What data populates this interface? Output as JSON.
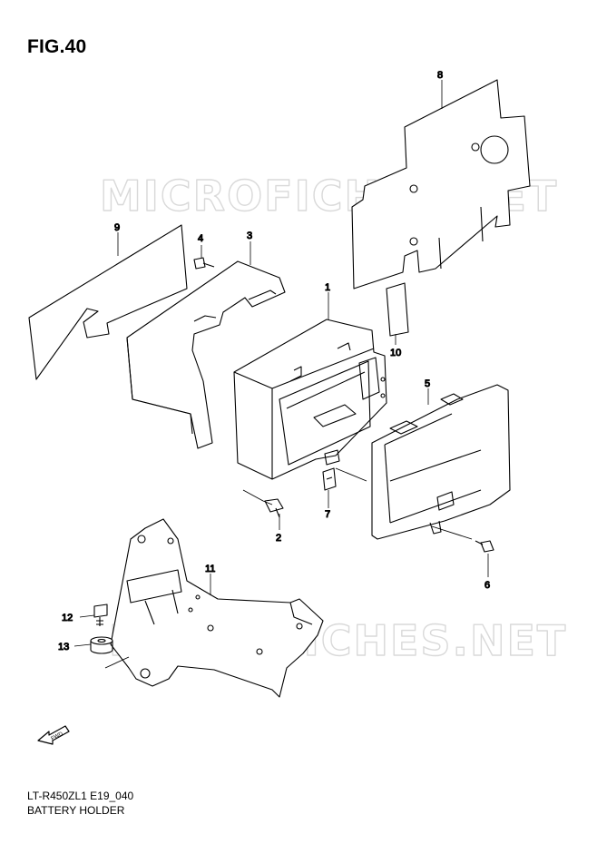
{
  "figure": {
    "title": "FIG.40",
    "code": "LT-R450ZL1 E19_040",
    "name": "BATTERY HOLDER"
  },
  "watermark": "MICROFICHES.NET",
  "front_arrow_label": "FWD",
  "callouts": [
    "1",
    "2",
    "3",
    "4",
    "5",
    "6",
    "7",
    "8",
    "9",
    "10",
    "11",
    "12",
    "13"
  ]
}
